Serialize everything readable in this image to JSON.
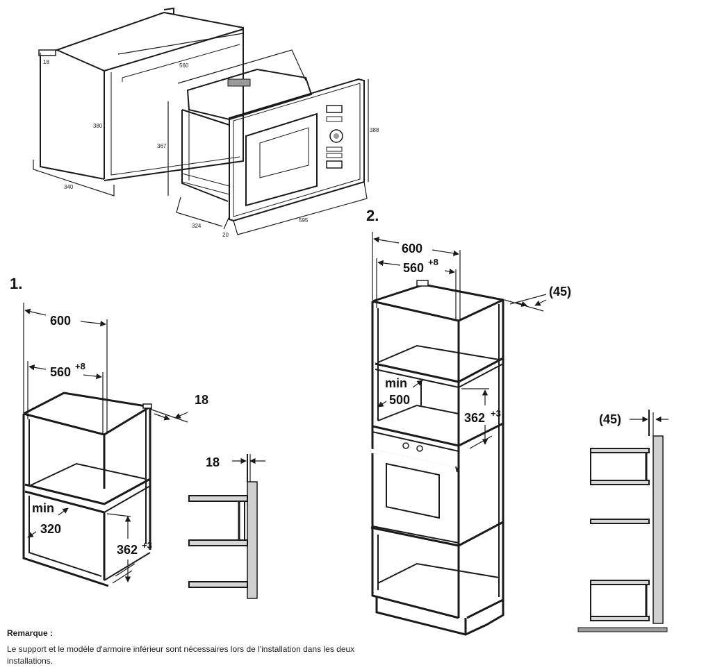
{
  "top_drawing": {
    "dims": {
      "d18": "18",
      "d560": "560",
      "d380": "380",
      "d340": "340",
      "d367": "367",
      "d388": "388",
      "d324": "324",
      "d20": "20",
      "d595": "595"
    }
  },
  "step1": {
    "number": "1.",
    "w600": "600",
    "w560": "560",
    "w560_tol": "+8",
    "side18": "18",
    "min_label": "min",
    "min_value": "320",
    "h362": "362",
    "h362_tol": "+3",
    "detail18": "18"
  },
  "step2": {
    "number": "2.",
    "w600": "600",
    "w560": "560",
    "w560_tol": "+8",
    "side45": "(45)",
    "min_label": "min",
    "min_value": "500",
    "h362": "362",
    "h362_tol": "+3",
    "detail45": "(45)"
  },
  "note": {
    "title": "Remarque :",
    "body": "Le support et le modèle d'armoire inférieur sont nécessaires lors de l'installation dans les deux installations."
  }
}
